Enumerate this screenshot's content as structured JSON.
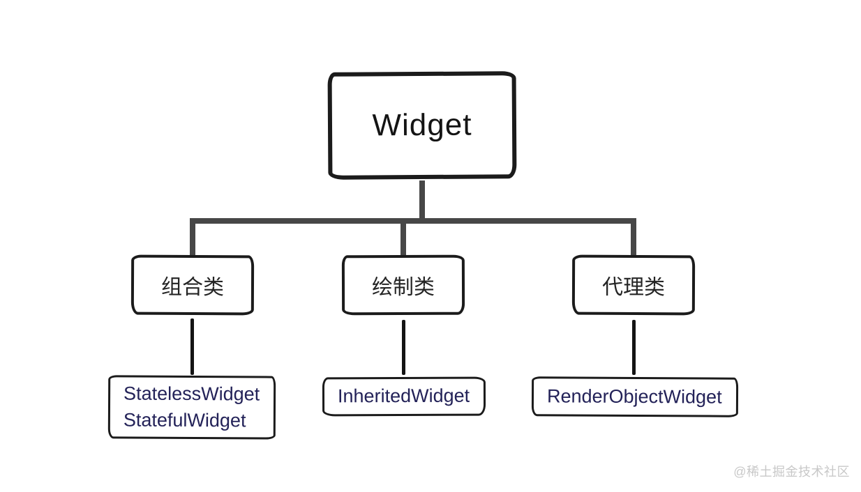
{
  "diagram": {
    "root": {
      "label": "Widget"
    },
    "categories": [
      {
        "label": "组合类"
      },
      {
        "label": "绘制类"
      },
      {
        "label": "代理类"
      }
    ],
    "leaves": [
      {
        "lines": [
          "StatelessWidget",
          "StatefulWidget"
        ]
      },
      {
        "lines": [
          "InheritedWidget"
        ]
      },
      {
        "lines": [
          "RenderObjectWidget"
        ]
      }
    ],
    "colors": {
      "background": "#ffffff",
      "box_border": "#1b1b1b",
      "root_text": "#141414",
      "category_text": "#242424",
      "leaf_text": "#232258",
      "tree_connector": "#474747",
      "leaf_connector": "#141414",
      "watermark_text": "#c8c8c8"
    }
  },
  "watermark": {
    "text": "@稀土掘金技术社区"
  }
}
